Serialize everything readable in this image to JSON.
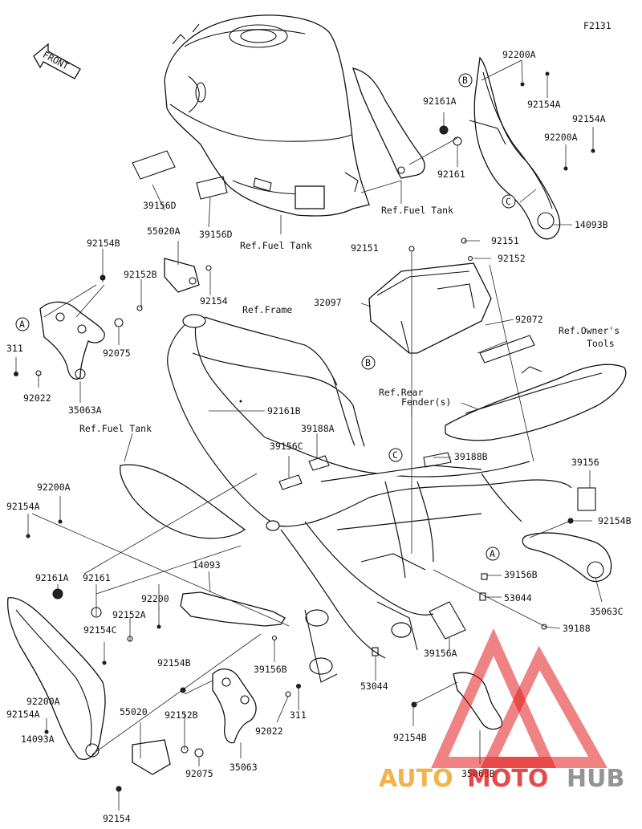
{
  "figure_code": "F2131",
  "front_label": "FRONT",
  "refs": {
    "a1": "A",
    "a2": "A",
    "b1": "B",
    "b2": "B",
    "c1": "C",
    "c2": "C"
  },
  "labels": {
    "l01": "92200A",
    "l02": "92161A",
    "l03": "92154A",
    "l04": "92154A",
    "l05": "92200A",
    "l06": "92161",
    "l07": "39156D",
    "l08": "Ref.Fuel Tank",
    "l09": "14093B",
    "l10": "39156D",
    "l11": "55020A",
    "l12": "92151",
    "l13": "Ref.Fuel Tank",
    "l14": "92154B",
    "l15": "92151",
    "l16": "92152",
    "l17": "92152B",
    "l18": "92154",
    "l19": "32097",
    "l20": "Ref.Frame",
    "l21": "92072",
    "l22": "Ref.Owner's",
    "l23": "Tools",
    "l24": "311",
    "l25": "92075",
    "l26": "Ref.Rear",
    "l27": "Fender(s)",
    "l28": "92022",
    "l29": "35063A",
    "l30": "92161B",
    "l31": "39188A",
    "l32": "Ref.Fuel Tank",
    "l33": "39156C",
    "l34": "39188B",
    "l35": "39156",
    "l36": "92200A",
    "l37": "92154A",
    "l38": "92154B",
    "l39": "14093",
    "l40": "39156B",
    "l41": "92161A",
    "l42": "92161",
    "l43": "92200",
    "l44": "53044",
    "l45": "35063C",
    "l46": "92152A",
    "l47": "39188",
    "l48": "92154C",
    "l49": "39156A",
    "l50": "92154B",
    "l51": "39156B",
    "l52": "53044",
    "l53": "92200A",
    "l54": "55020",
    "l55": "311",
    "l56": "92154A",
    "l57": "92152B",
    "l58": "92022",
    "l59": "92154B",
    "l60": "14093A",
    "l61": "35063",
    "l62": "92075",
    "l63": "35063B",
    "l64": "92154"
  },
  "watermark": {
    "part1": "AUTO",
    "part2": "MOTO",
    "part3": "HUB"
  }
}
